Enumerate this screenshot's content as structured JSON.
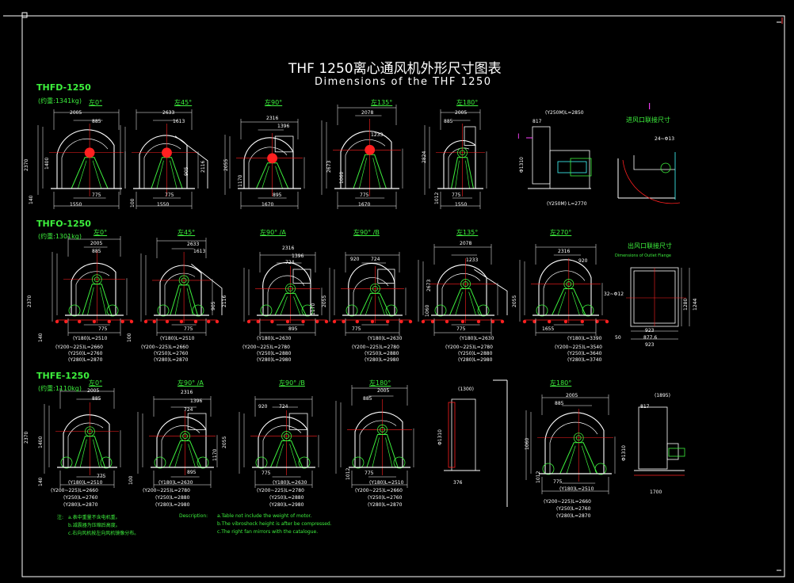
{
  "title": "THF 1250离心通风机外形尺寸图表",
  "subtitle": "Dimensions of the THF 1250",
  "sections": [
    {
      "name": "THFD-1250",
      "weight": "(约重:1341kg)",
      "views": [
        "左0°",
        "左45°",
        "左90°",
        "左135°",
        "左180°"
      ]
    },
    {
      "name": "THFO-1250",
      "weight": "(约重:1301kg)",
      "views": [
        "左0°",
        "左45°",
        "左90° /A",
        "左90° /B",
        "左135°",
        "左270°"
      ]
    },
    {
      "name": "THFE-1250",
      "weight": "(约重:1110kg)",
      "views": [
        "左0°",
        "左90° /A",
        "左90° /B",
        "左180°",
        "左180°"
      ]
    }
  ],
  "inlet_flange": {
    "title": "进风口联接尺寸",
    "mark": "I",
    "note": "24~Φ13"
  },
  "outlet_flange": {
    "title": "出风口联接尺寸",
    "subtitle": "Dimensions of Outlet Flange",
    "note": "32~Φ12"
  },
  "dims": {
    "d2005": "2005",
    "d885": "885",
    "d775": "775",
    "d1550": "1550",
    "d2633": "2633",
    "d1613": "1613",
    "d2316": "2316",
    "d895": "895",
    "d1670": "1670",
    "d2078": "2078",
    "d1233": "1233",
    "d1396": "1396",
    "d724": "724",
    "d920": "920",
    "d1655": "1655",
    "d2370": "2370",
    "d1400": "1400",
    "d2116": "2116",
    "d2055": "2055",
    "d1170": "1170",
    "d2673": "2673",
    "d1060": "1060",
    "d2824": "2824",
    "d1012": "1012",
    "d140": "140",
    "d100": "100",
    "d905": "905",
    "d1310": "Φ1310",
    "d1700": "1700",
    "d923": "923",
    "d877": "877.6",
    "d1244": "1244",
    "d1280": "1280",
    "d50": "50",
    "d376": "376",
    "d1300": "(1300)",
    "d1895": "(1895)",
    "d817": "817",
    "lens": {
      "y180_2510": "(Y180)L=2510",
      "y180_2630": "(Y180)L=2630",
      "y180_3390": "(Y180)L=3390",
      "y200_2660": "(Y200~225)L=2660",
      "y250_2760": "(Y250)L=2760",
      "y280_2870": "(Y280)L=2870",
      "y200_2780": "(Y200~225)L=2780",
      "y250_2880": "(Y250)L=2880",
      "y280_2980": "(Y280)L=2980",
      "y200_3540": "(Y200~225)L=3540",
      "y250_3640": "(Y250)L=3640",
      "y280_3740": "(Y280)L=3740",
      "y250m_2850": "(Y250M)L=2850",
      "y250m_2770": "(Y250M) L=2770"
    }
  },
  "notes": {
    "cn_label": "注:",
    "cn": [
      "a.表中重量不含电机重。",
      "b.减震器为压缩后高度。",
      "c.右向风机按左向风机镜像分布。"
    ],
    "en_label": "Description:",
    "en": [
      "a.Table not include the weight of motor.",
      "b.The vibroshock height is after be compressed.",
      "c.The right fan mirrors with the catalogue."
    ]
  },
  "colors": {
    "line": "#ffffff",
    "accent": "#3df03d",
    "red": "#ff2020",
    "yellow": "#ffff40",
    "magenta": "#ff40ff",
    "cyan": "#40ffff",
    "bg": "#000000"
  }
}
